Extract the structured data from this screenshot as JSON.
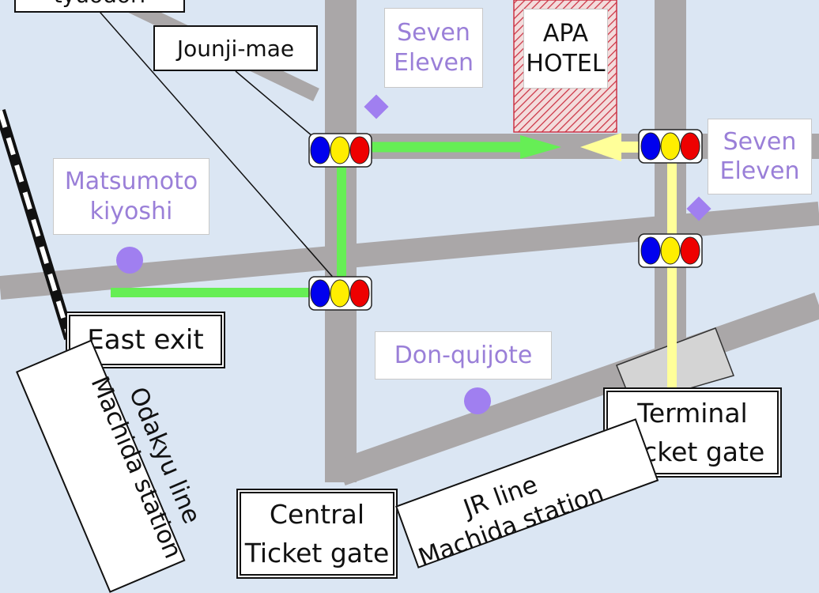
{
  "colors": {
    "background": "#dbe6f3",
    "road": "#aaa7a8",
    "shop_text": "#9a7fd8",
    "route_green": "#66ee55",
    "route_yellow": "#ffff99",
    "hotel_hatch": "#cc3344",
    "signal_blue": "#0000ee",
    "signal_yellow": "#ffee00",
    "signal_red": "#ee0000",
    "marker_purple": "#a07ff0"
  },
  "landmarks": {
    "seven_eleven_north": "Seven\nEleven",
    "apa_hotel": "APA\nHOTEL",
    "seven_eleven_east": "Seven\nEleven",
    "matsumoto_kiyoshi": "Matsumoto\nkiyoshi",
    "don_quijote": "Don-quijote"
  },
  "callouts": {
    "top_cut": "tyuodori",
    "jounji_mae": "Jounji-mae"
  },
  "exits": {
    "east_exit": "East exit",
    "terminal_gate": "Terminal\nTicket gate",
    "central_gate": "Central\nTicket gate"
  },
  "stations": {
    "odakyu": "Odakyu line\nMachida station",
    "jr": "JR line\nMachida station"
  },
  "icons": {
    "traffic_signal": "traffic-signal-icon",
    "shop_circle": "purple-circle-marker-icon",
    "shop_diamond": "purple-diamond-marker-icon",
    "route_arrow": "route-arrow-icon"
  }
}
